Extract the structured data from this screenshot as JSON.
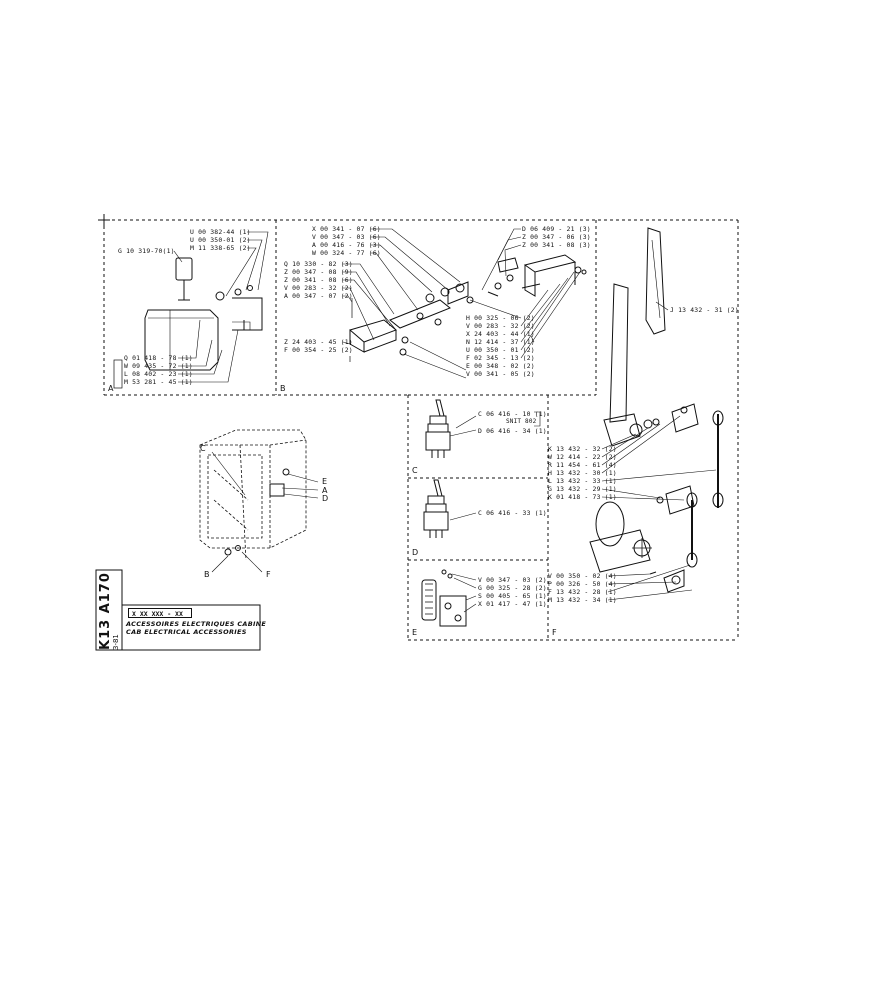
{
  "title_block": {
    "code": "K13 A170",
    "date": "3-81",
    "ref": "X XX XXX - XX",
    "caption_fr": "ACCESSOIRES ELECTRIQUES CABINE",
    "caption_en": "CAB ELECTRICAL ACCESSORIES"
  },
  "sections": {
    "A": {
      "label": "A",
      "g_label": "G 10 319-70(1)",
      "top_parts": [
        "U 00 382-44 (1)",
        "U 00 350-01 (2)",
        "M 11 338-65 (2)"
      ],
      "bottom_parts": [
        "Q 01 418 - 78 (1)",
        "W 09 435 - 72 (1)",
        "L 08 402 - 23 (1)",
        "M 53 281 - 45 (1)"
      ]
    },
    "B": {
      "label": "B",
      "top_parts": [
        "X 00 341 - 07 (6)",
        "V 00 347 - 03 (6)",
        "A 00 416 - 76 (3)",
        "W 00 324 - 77 (6)"
      ],
      "left_parts": [
        "Q 10 330 - 82 (3)",
        "Z 00 347 - 08 (9)",
        "Z 00 341 - 08 (6)",
        "V 00 283 - 32 (2)",
        "A 00 347 - 07 (2)"
      ],
      "left_bottom_parts": [
        "Z 24 403 - 45 (1)",
        "F 00 354 - 25 (2)"
      ],
      "right_top_parts": [
        "D 06 409 - 21 (3)",
        "Z 00 347 - 06 (3)",
        "Z 00 341 - 08 (3)"
      ],
      "right_parts": [
        "H 00 325 - 06 (2)",
        "V 00 283 - 32 (2)",
        "X 24 403 - 44 (1)",
        "N 12 414 - 37 (1)",
        "U 00 350 - 01 (2)",
        "F 02 345 - 13 (2)",
        "E 00 348 - 02 (2)",
        "V 00 341 - 05 (2)"
      ]
    },
    "C": {
      "label": "C",
      "parts": [
        "C 06 416 - 10 (1)",
        "D 06 416 - 34 (1)"
      ],
      "note": "SNIT 802"
    },
    "D": {
      "label": "D",
      "parts": [
        "C 06 416 - 33 (1)"
      ]
    },
    "E": {
      "label": "E",
      "parts": [
        "V 00 347 - 03 (2)",
        "G 00 325 - 28 (2)",
        "S 00 405 - 65 (1)",
        "X 01 417 - 47 (1)"
      ]
    },
    "F": {
      "label": "F",
      "top_part": "J 13 432 - 31 (2)",
      "mid_parts": [
        "K 13 432 - 32 (2)",
        "W 12 414 - 22 (2)",
        "R 11 454 - 61 (4)",
        "H 13 432 - 30 (1)",
        "L 13 432 - 33 (1)",
        "G 13 432 - 29 (1)",
        "K 01 418 - 73 (1)"
      ],
      "bottom_parts": [
        "V 00 350 - 02 (4)",
        "P 00 326 - 50 (4)",
        "F 13 432 - 28 (1)",
        "M 13 432 - 34 (1)"
      ]
    }
  },
  "cab_callouts": [
    "C",
    "E",
    "A",
    "D",
    "B",
    "F"
  ]
}
